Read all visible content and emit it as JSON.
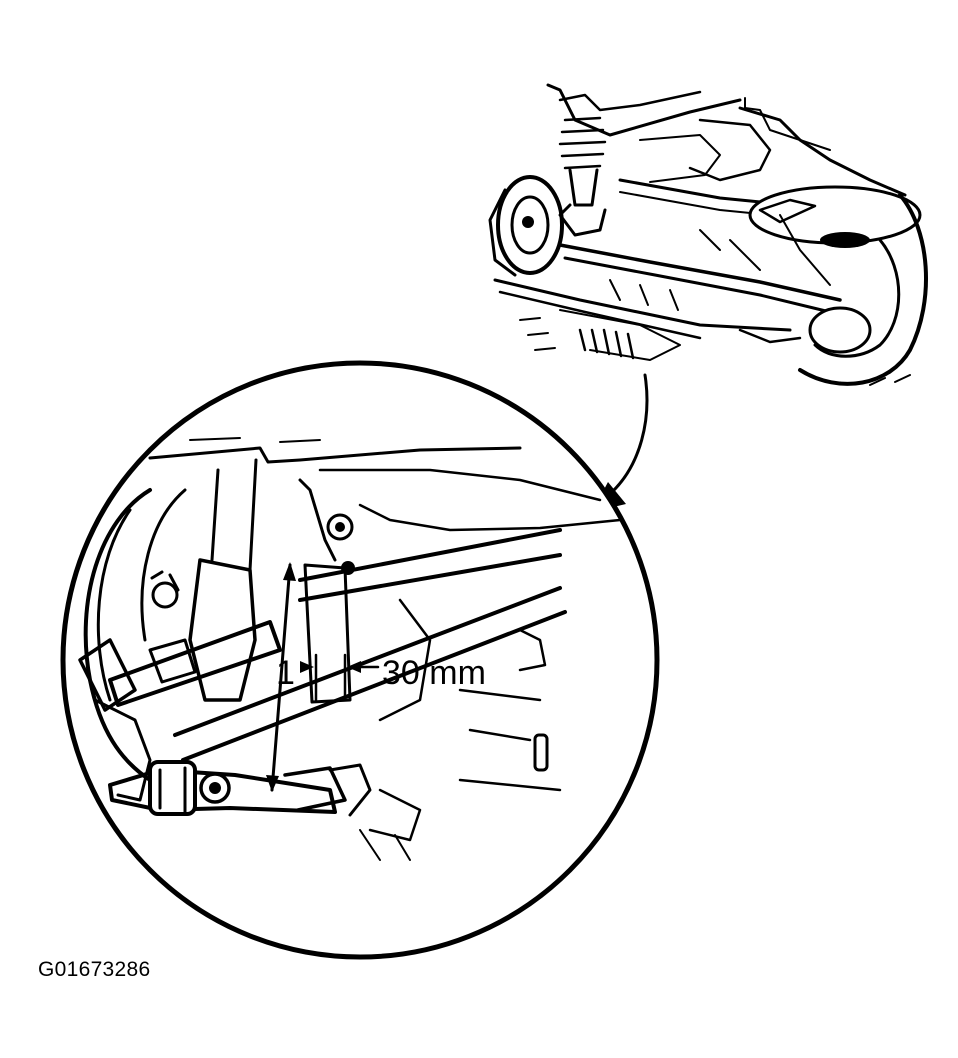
{
  "figure": {
    "callout_label_1": "1",
    "callout_label_2": "30 mm",
    "figure_id": "G01673286"
  }
}
